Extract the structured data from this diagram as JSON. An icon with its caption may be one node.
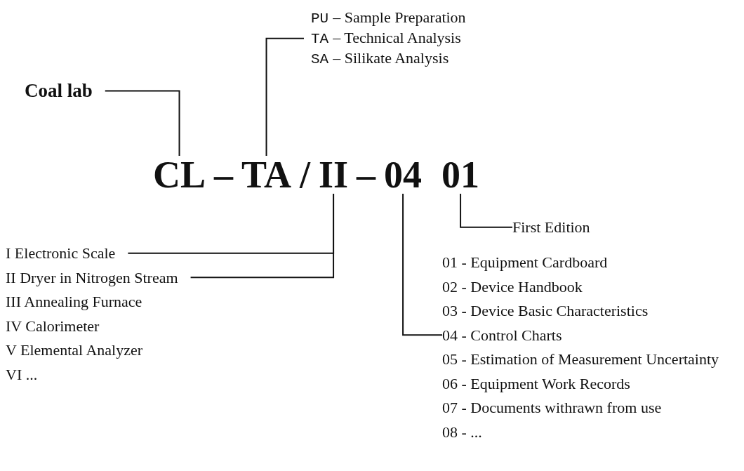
{
  "diagram": {
    "nodes": [
      {
        "text": [
          "Coal lab"
        ]
      },
      {
        "text": [
          "CL"
        ]
      },
      {
        "text": [
          "TA"
        ]
      },
      {
        "text": [
          "II"
        ]
      },
      {
        "text": [
          "04"
        ]
      },
      {
        "text": [
          "01"
        ]
      },
      {
        "text": [
          "PU",
          "– Sample Preparation"
        ]
      },
      {
        "text": [
          "TA",
          "– Technical Analysis"
        ]
      },
      {
        "text": [
          "SA",
          "– Silikate Analysis"
        ]
      },
      {
        "text": [
          "I Electronic Scale"
        ]
      },
      {
        "text": [
          "II Dryer in Nitrogen Stream"
        ]
      },
      {
        "text": [
          "III Annealing Furnace"
        ]
      },
      {
        "text": [
          "IV Calorimeter"
        ]
      },
      {
        "text": [
          "V Elemental Analyzer"
        ]
      },
      {
        "text": [
          "VI ..."
        ]
      },
      {
        "text": [
          "First Edition"
        ]
      },
      {
        "text": [
          "01 - Equipment Cardboard"
        ]
      },
      {
        "text": [
          "02 - Device Handbook"
        ]
      },
      {
        "text": [
          "03 - Device Basic Characteristics"
        ]
      },
      {
        "text": [
          "04 - Control Charts"
        ]
      },
      {
        "text": [
          "05 - Estimation of Measurement Uncertainty"
        ]
      },
      {
        "text": [
          "06 - Equipment Work Records"
        ]
      },
      {
        "text": [
          "07 - Documents withrawn from use"
        ]
      },
      {
        "text": [
          "08 - ..."
        ]
      }
    ],
    "edges": [
      {
        "from": 0,
        "to": 1,
        "arrow": "none"
      },
      {
        "from": 7,
        "to": 2,
        "arrow": "none"
      },
      {
        "from": 9,
        "to": 3,
        "arrow": "none"
      },
      {
        "from": 10,
        "to": 3,
        "arrow": "none"
      },
      {
        "from": 19,
        "to": 4,
        "arrow": "none"
      },
      {
        "from": 15,
        "to": 5,
        "arrow": "none"
      }
    ],
    "labels": [
      "–",
      "/",
      "–"
    ]
  }
}
